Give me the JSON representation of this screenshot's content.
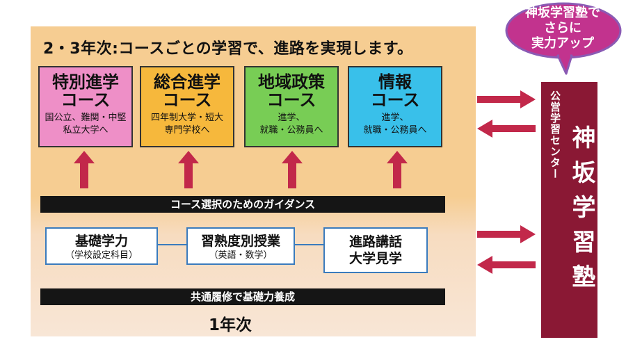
{
  "panel": {
    "heading": "2・3年次:コースごとの学習で、進路を実現します。"
  },
  "courses": [
    {
      "name": "特別進学",
      "name2": "コース",
      "desc": "国公立、難関・中堅\n私立大学へ",
      "color": "#ee8fc7"
    },
    {
      "name": "総合進学",
      "name2": "コース",
      "desc": "四年制大学・短大\n専門学校へ",
      "color": "#f6b83c"
    },
    {
      "name": "地域政策",
      "name2": "コース",
      "desc": "進学、\n就職・公務員へ",
      "color": "#78cd55"
    },
    {
      "name": "情報",
      "name2": "コース",
      "desc": "進学、\n就職・公務員へ",
      "color": "#39c0ea"
    }
  ],
  "guidance_bar": "コース選択のためのガイダンス",
  "first_year_boxes": [
    {
      "title": "基礎学力",
      "sub": "（学校設定科目）"
    },
    {
      "title": "習熟度別授業",
      "sub": "（英語・数学）"
    },
    {
      "title": "進路講話",
      "title2": "大学見学"
    }
  ],
  "foundation_bar": "共通履修で基礎力養成",
  "year_label": "1年次",
  "school": {
    "subtitle": "公営学習センター",
    "name": "神坂学習塾"
  },
  "bubble": {
    "text": "神坂学習塾で\nさらに\n実力アップ"
  },
  "colors": {
    "arrow": "#c2284a",
    "school_bg": "#8a1834",
    "bubble_fill": "#c2338e",
    "bubble_stroke": "#8a5ab4",
    "panel": "#f6cd92",
    "box_border": "#3a7bbd"
  }
}
